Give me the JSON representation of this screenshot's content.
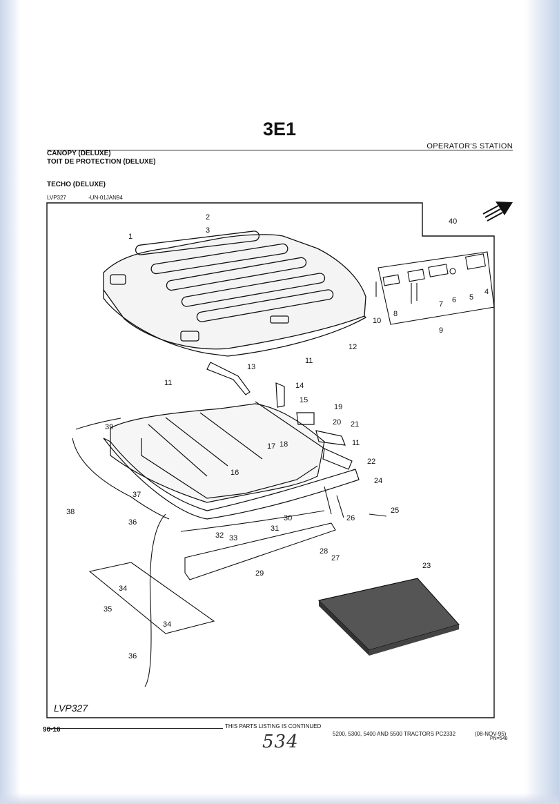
{
  "page": {
    "title": "3E1",
    "section": "OPERATOR'S STATION",
    "heading_en": "CANOPY (DELUXE)",
    "heading_fr": "TOIT DE PROTECTION (DELUXE)",
    "heading_es": "TECHO (DELUXE)",
    "ref_code": "LVP327",
    "ref_date": "-UN-01JAN94",
    "figure_label": "LVP327",
    "page_number": "90-16",
    "continued": "THIS PARTS LISTING IS CONTINUED",
    "models": "5200, 5300, 5400 AND 5500 TRACTORS  PC2332",
    "date": "(08-NOV-95)",
    "pn": "PN=548",
    "handwritten": "534"
  },
  "callouts": [
    "1",
    "2",
    "3",
    "4",
    "5",
    "6",
    "7",
    "8",
    "9",
    "10",
    "11",
    "12",
    "13",
    "14",
    "15",
    "16",
    "17",
    "18",
    "19",
    "20",
    "21",
    "22",
    "23",
    "24",
    "25",
    "26",
    "27",
    "28",
    "29",
    "30",
    "31",
    "32",
    "33",
    "34",
    "35",
    "36",
    "37",
    "38",
    "39",
    "40"
  ]
}
